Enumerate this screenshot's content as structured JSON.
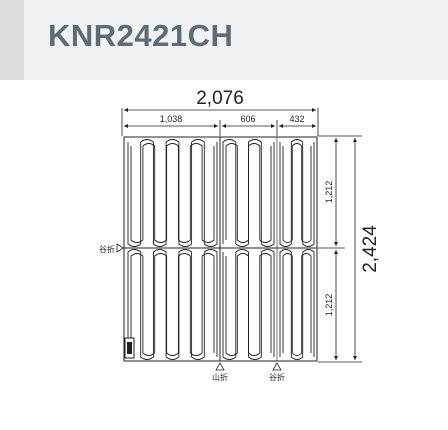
{
  "model": "KNR2421CH",
  "dimensions": {
    "total_width": "2,076",
    "segments": [
      "1,038",
      "606",
      "432"
    ],
    "total_height": "2,424",
    "panel_heights": [
      "1,212",
      "1,212"
    ]
  },
  "fold_labels": {
    "left": "谷折",
    "bottom_left": "山折",
    "bottom_right": "谷折"
  },
  "colors": {
    "title": "#5e6b74",
    "header_bg": "#f0f2f3",
    "header_accent": "#d9dde0",
    "line": "#222222"
  }
}
